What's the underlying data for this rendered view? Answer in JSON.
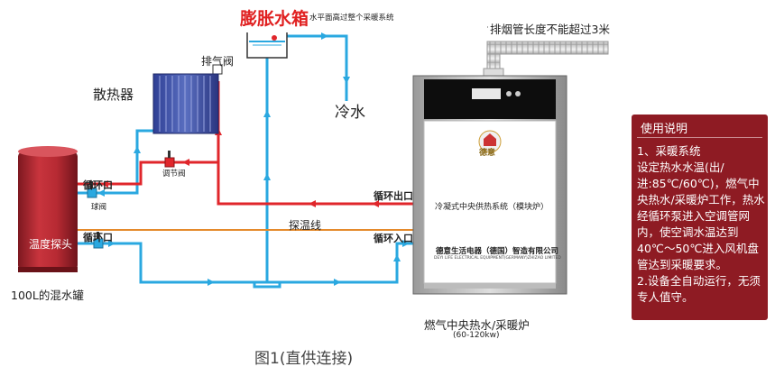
{
  "labels": {
    "expansion_tank": "膨胀水箱",
    "expansion_note": "水平面高过整个采暖系统",
    "vent_valve": "排气阀",
    "radiator": "散热器",
    "cold_water": "冷水",
    "flue_note": "排烟管长度不能超过3米",
    "circ_port_1": "循环口",
    "ball_valve": "球阀",
    "regulating_valve": "调节阀",
    "circ_port_2": "循环口",
    "temp_line": "探温线",
    "temp_probe": "温度探头",
    "circ_out": "循环出口",
    "circ_in": "循环入口",
    "tank": "100L的混水罐",
    "boiler_title": "冷凝式中央供热系统（模块炉）",
    "boiler_company": "德意生活电器（德国）智造有限公司",
    "boiler_company_en": "DEYI LIFE ELECTRICAL EQUIPMENT(GERMANY)ZHIZAO LIMITED",
    "boiler_logo": "德意",
    "boiler_caption": "燃气中央热水/采暖炉",
    "boiler_range": "(60-120kw)",
    "figure_caption": "图1(直供连接)"
  },
  "instructions": {
    "title": "使用说明",
    "item1_title": "1、采暖系统",
    "item1_text": "设定热水水温(出/进:85℃/60℃)，燃气中央热水/采暖炉工作，热水经循环泵进入空调管网内，使空调水温达到40℃～50℃进入风机盘管达到采暖要求。",
    "item2_text": "2.设备全自动运行，无须专人值守。"
  },
  "colors": {
    "hot_pipe": "#e0262b",
    "cold_pipe": "#2aa8e0",
    "probe_line": "#e58a2c",
    "tank_red": "#b52a33",
    "panel_red": "#8e1b23",
    "expansion_red": "#e02020"
  }
}
